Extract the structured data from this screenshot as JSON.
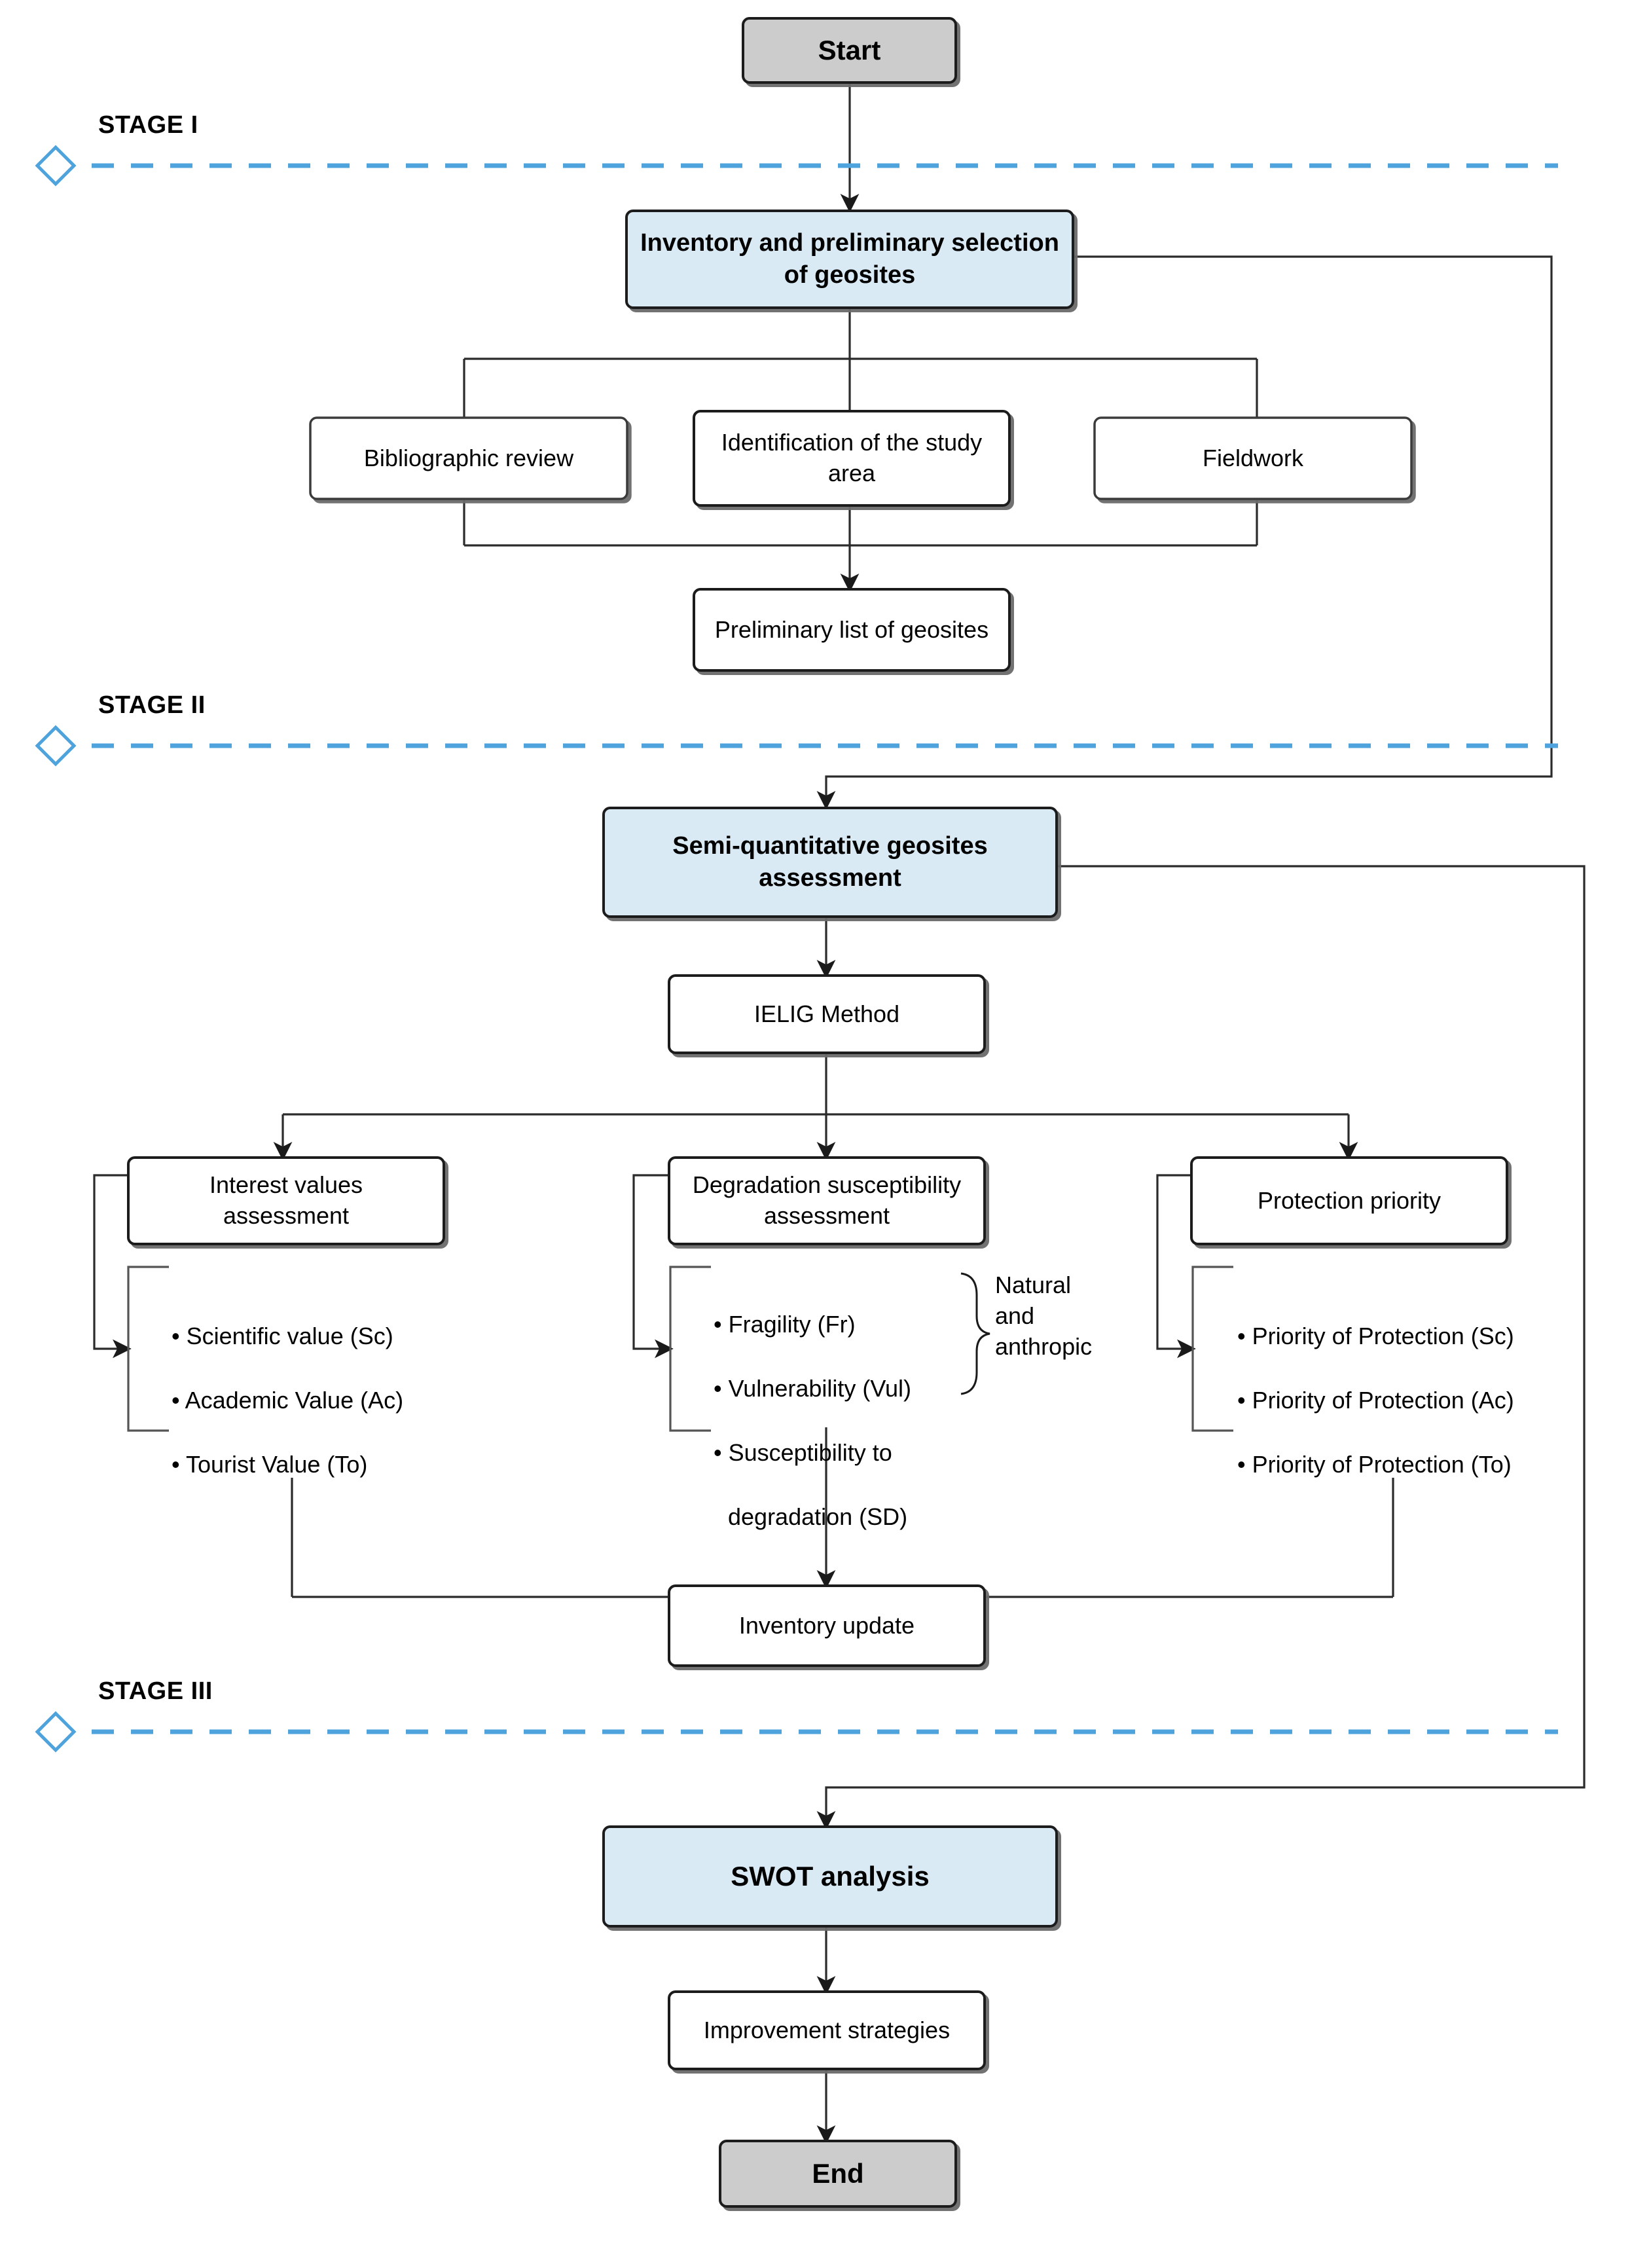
{
  "diagram": {
    "title": "Geosite assessment methodology flowchart",
    "colors": {
      "terminator_fill": "#cccccc",
      "highlight_fill": "#daeaf5",
      "plain_fill": "#ffffff",
      "border": "#1a1a1a",
      "stage_line": "#4ea3dd",
      "connector": "#2b2b2b"
    }
  },
  "stages": [
    {
      "id": "stage-1",
      "label": "STAGE I"
    },
    {
      "id": "stage-2",
      "label": "STAGE  II"
    },
    {
      "id": "stage-3",
      "label": "STAGE III"
    }
  ],
  "nodes": {
    "start": {
      "label": "Start",
      "type": "terminator"
    },
    "inventory_selection": {
      "label": "Inventory and preliminary selection of geosites",
      "line1": "Inventory and preliminary selection",
      "line2": "of geosites",
      "type": "highlight"
    },
    "bibliographic_review": {
      "label": "Bibliographic review",
      "type": "plain"
    },
    "study_area": {
      "label": "Identification of the study area",
      "line1": "Identification of the study",
      "line2": "area",
      "type": "plain"
    },
    "fieldwork": {
      "label": "Fieldwork",
      "type": "plain"
    },
    "preliminary_list": {
      "label": "Preliminary list of geosites",
      "type": "plain"
    },
    "semi_quantitative": {
      "label": "Semi-quantitative geosites assessment",
      "line1": "Semi-quantitative geosites",
      "line2": "assessment",
      "type": "highlight"
    },
    "ielig_method": {
      "label": "IELIG Method",
      "type": "plain"
    },
    "interest_values": {
      "label": "Interest values assessment",
      "line1": "Interest values",
      "line2": "assessment",
      "type": "plain"
    },
    "degradation_susceptibility": {
      "label": "Degradation susceptibility assessment",
      "line1": "Degradation susceptibility",
      "line2": "assessment",
      "type": "plain"
    },
    "protection_priority": {
      "label": "Protection priority",
      "type": "plain"
    },
    "inventory_update": {
      "label": "Inventory update",
      "type": "plain"
    },
    "swot_analysis": {
      "label": "SWOT analysis",
      "type": "highlight"
    },
    "improvement_strategies": {
      "label": "Improvement strategies",
      "type": "plain"
    },
    "end": {
      "label": "End",
      "type": "terminator"
    }
  },
  "bullet_groups": {
    "interest_values_items": {
      "items": [
        "• Scientific value (Sc)",
        "• Academic Value (Ac)",
        "• Tourist Value (To)"
      ]
    },
    "degradation_items": {
      "items": [
        "• Fragility (Fr)",
        "• Vulnerability (Vul)",
        "• Susceptibility to",
        "   degradation (SD)"
      ],
      "brace_label": "Natural\nand\nanthropic"
    },
    "protection_items": {
      "items": [
        "• Priority of Protection (Sc)",
        "• Priority of Protection (Ac)",
        "• Priority of Protection (To)"
      ]
    }
  }
}
